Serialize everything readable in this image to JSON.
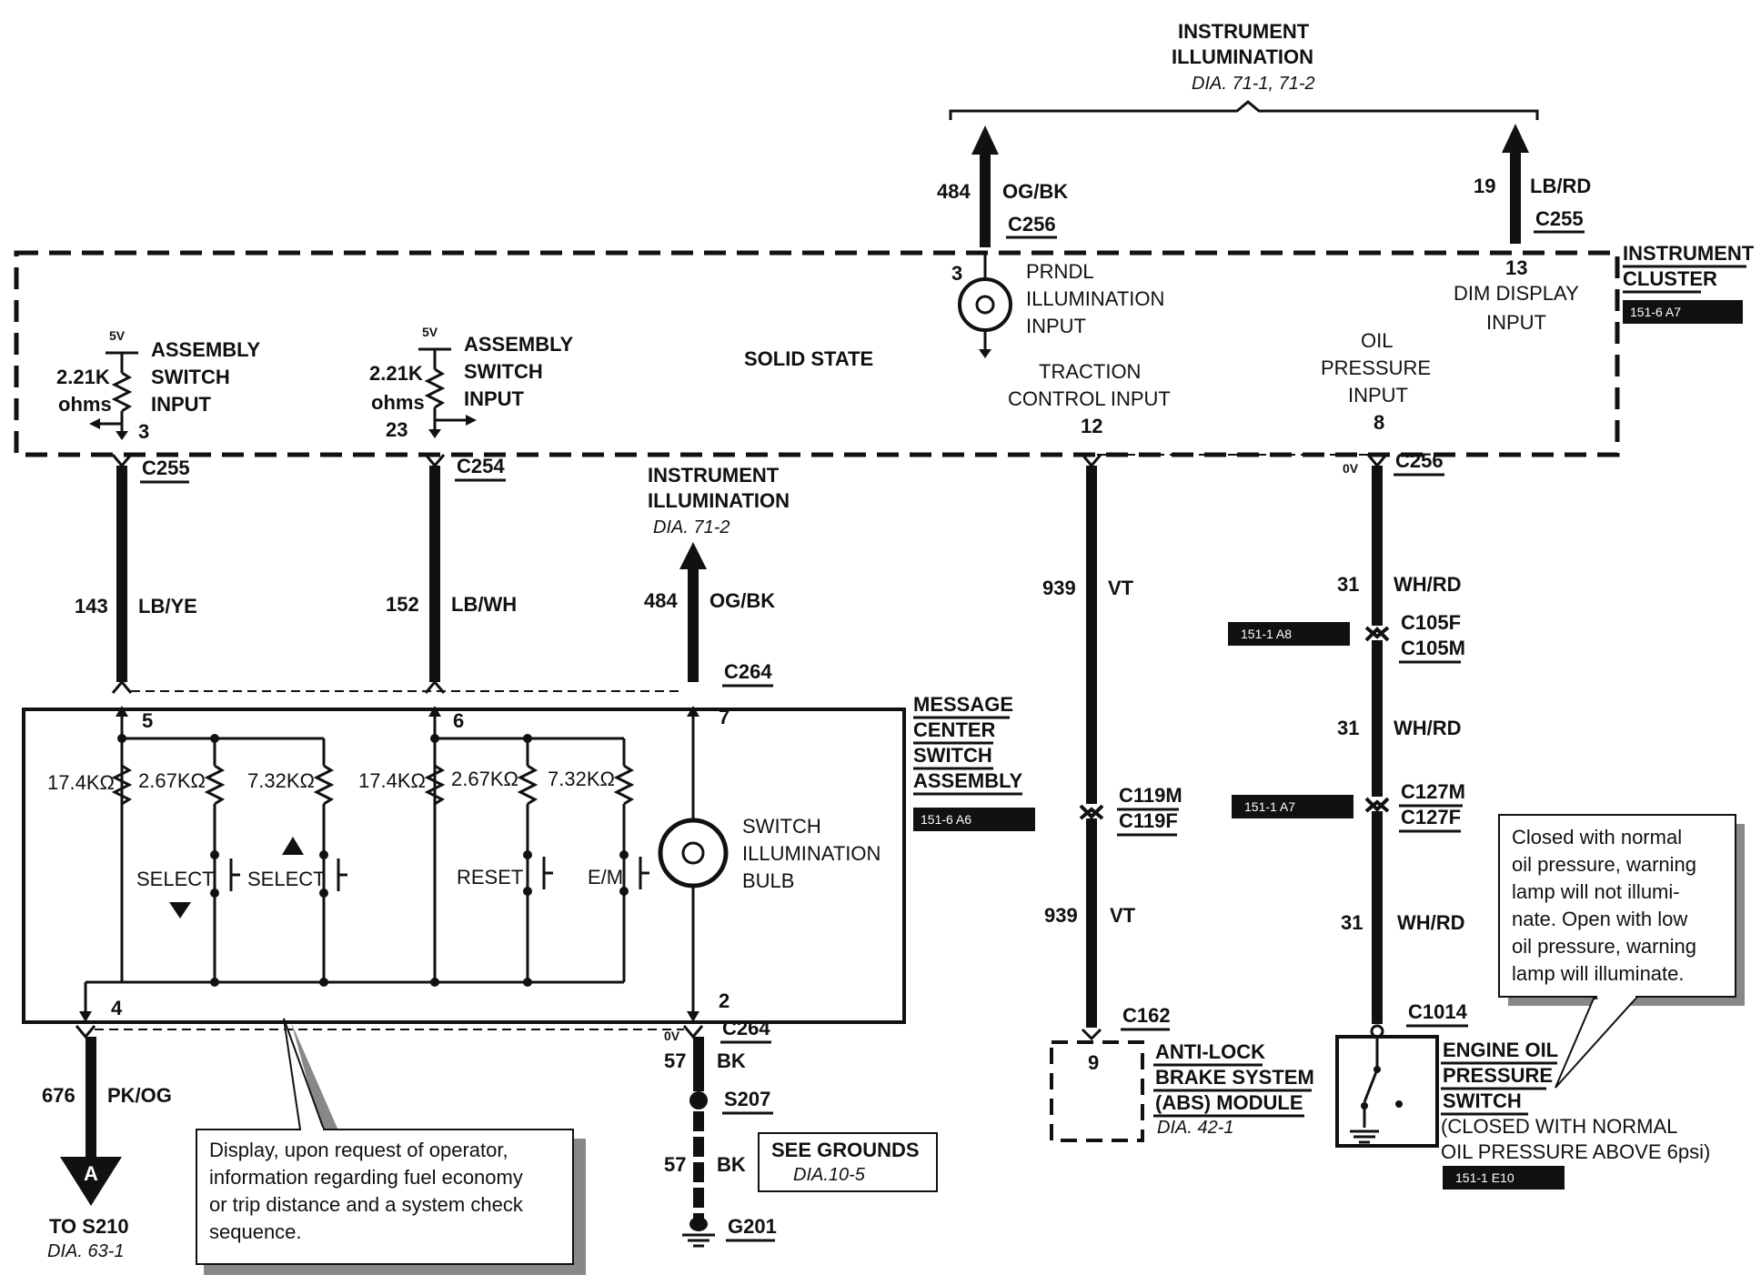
{
  "top_group": {
    "title_line1": "INSTRUMENT",
    "title_line2": "ILLUMINATION",
    "ref": "DIA. 71-1, 71-2"
  },
  "cluster": {
    "label_line1": "INSTRUMENT",
    "label_line2": "CLUSTER",
    "ref_tag": "151-6 A7",
    "solid_state": "SOLID STATE"
  },
  "wire_484_top": {
    "num": "484",
    "color": "OG/BK",
    "connector": "C256"
  },
  "wire_19_top": {
    "num": "19",
    "color": "LB/RD",
    "connector": "C255"
  },
  "prndl": {
    "pin": "3",
    "line1": "PRNDL",
    "line2": "ILLUMINATION",
    "line3": "INPUT"
  },
  "dim_display": {
    "pin": "13",
    "line1": "DIM DISPLAY",
    "line2": "INPUT"
  },
  "traction": {
    "line1": "TRACTION",
    "line2": "CONTROL INPUT",
    "pin": "12"
  },
  "oil_input": {
    "line1": "OIL",
    "line2": "PRESSURE",
    "line3": "INPUT",
    "pin": "8"
  },
  "asw1": {
    "volt": "5V",
    "line1": "ASSEMBLY",
    "line2": "SWITCH",
    "line3": "INPUT",
    "res": "2.21K",
    "unit": "ohms",
    "pin": "3"
  },
  "asw2": {
    "volt": "5V",
    "line1": "ASSEMBLY",
    "line2": "SWITCH",
    "line3": "INPUT",
    "res": "2.21K",
    "unit": "ohms",
    "pin": "23"
  },
  "wire_143": {
    "connector": "C255",
    "num": "143",
    "color": "LB/YE"
  },
  "wire_152": {
    "connector": "C254",
    "num": "152",
    "color": "LB/WH"
  },
  "mid_illum": {
    "line1": "INSTRUMENT",
    "line2": "ILLUMINATION",
    "ref": "DIA. 71-2",
    "num": "484",
    "color": "OG/BK",
    "connector": "C264"
  },
  "msg_center": {
    "line1": "MESSAGE",
    "line2": "CENTER",
    "line3": "SWITCH",
    "line4": "ASSEMBLY",
    "ref_tag": "151-6 A6",
    "pin5": "5",
    "pin6": "6",
    "pin7": "7",
    "pin4": "4",
    "pin2": "2",
    "r1": "17.4KΩ",
    "r2": "2.67KΩ",
    "r3": "7.32KΩ",
    "r4": "17.4KΩ",
    "r5": "2.67KΩ",
    "r6": "7.32KΩ",
    "sw_select_down": "SELECT",
    "sw_select_up": "SELECT",
    "sw_reset": "RESET",
    "sw_em": "E/M",
    "bulb_line1": "SWITCH",
    "bulb_line2": "ILLUMINATION",
    "bulb_line3": "BULB"
  },
  "wire_676": {
    "num": "676",
    "color": "PK/OG",
    "arrow_letter": "A",
    "to_line1": "TO S210",
    "to_line2": "DIA. 63-1"
  },
  "note_display": {
    "line1": "Display, upon request of operator,",
    "line2": "information regarding fuel economy",
    "line3": "or trip distance and a system check",
    "line4": "sequence."
  },
  "ground_wire": {
    "volt": "0V",
    "connector": "C264",
    "num1": "57",
    "color1": "BK",
    "splice": "S207",
    "num2": "57",
    "color2": "BK",
    "ground": "G201"
  },
  "see_grounds": {
    "line1": "SEE GROUNDS",
    "line2": "DIA.10-5"
  },
  "wire_939": {
    "num": "939",
    "color": "VT",
    "conn_m": "C119M",
    "conn_f": "C119F",
    "num2": "939",
    "color2": "VT",
    "conn_end": "C162",
    "ref_tag": "151-1 A7"
  },
  "abs": {
    "pin": "9",
    "line1": "ANTI-LOCK",
    "line2": "BRAKE SYSTEM",
    "line3": "(ABS) MODULE",
    "ref": "DIA. 42-1"
  },
  "wire_31": {
    "volt": "0V",
    "connector": "C256",
    "num1": "31",
    "color1": "WH/RD",
    "ref_tag1": "151-1 A8",
    "conn_f": "C105F",
    "conn_m": "C105M",
    "num2": "31",
    "color2": "WH/RD",
    "conn_m2": "C127M",
    "conn_f2": "C127F",
    "num3": "31",
    "color3": "WH/RD",
    "conn_end": "C1014"
  },
  "oil_switch": {
    "line1": "ENGINE OIL",
    "line2": "PRESSURE",
    "line3": "SWITCH",
    "line4": "(CLOSED WITH NORMAL",
    "line5": "OIL PRESSURE ABOVE 6psi)",
    "ref_tag": "151-1 E10"
  },
  "note_oil": {
    "line1": "Closed with normal",
    "line2": "oil pressure, warning",
    "line3": "lamp will not illumi-",
    "line4": "nate.  Open with low",
    "line5": "oil pressure, warning",
    "line6": "lamp will illuminate."
  }
}
